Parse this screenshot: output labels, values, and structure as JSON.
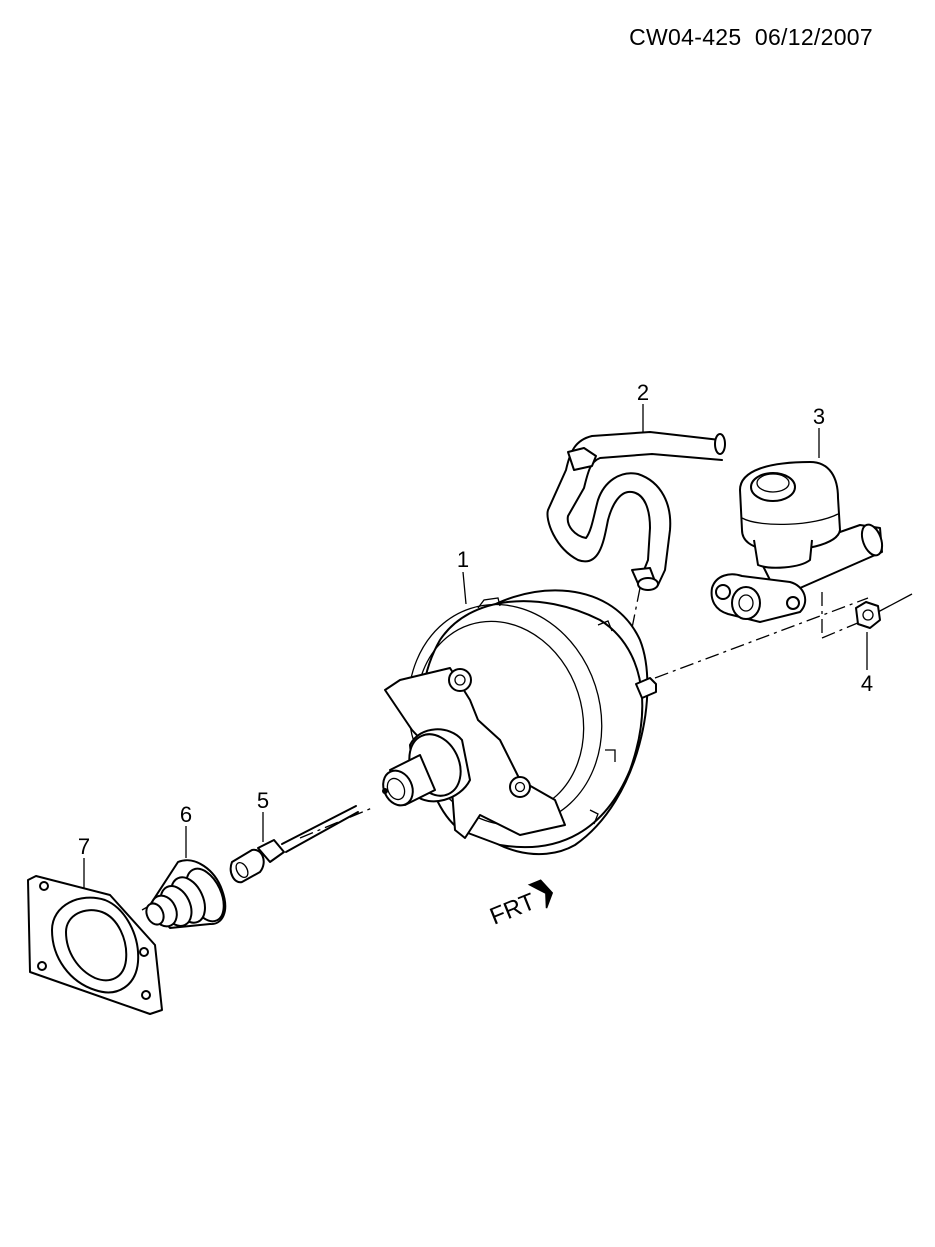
{
  "header": {
    "code": "CW04-425",
    "date": "06/12/2007"
  },
  "callouts": [
    "1",
    "2",
    "3",
    "4",
    "5",
    "6",
    "7"
  ],
  "direction_label": "FRT",
  "colors": {
    "line": "#000000",
    "background": "#ffffff"
  }
}
